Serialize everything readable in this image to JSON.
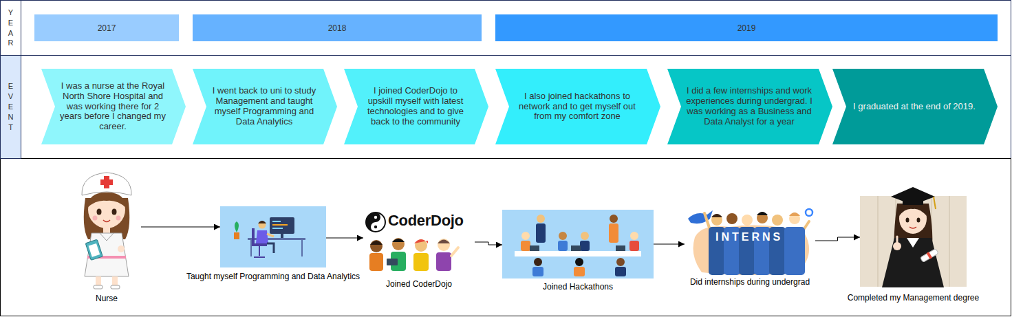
{
  "diagram": {
    "nodes": [
      {
        "text": [
          "YEAR"
        ]
      },
      {
        "text": [
          "2017"
        ]
      },
      {
        "text": [
          "2018"
        ]
      },
      {
        "text": [
          "2019"
        ]
      },
      {
        "text": [
          "EVENT"
        ]
      },
      {
        "text": [
          "I was a nurse at the Royal North Shore Hospital and was working there for 2 years before I changed my career."
        ]
      },
      {
        "text": [
          "I went back to uni to study Management and taught myself Programming and Data Analytics"
        ]
      },
      {
        "text": [
          "I joined CoderDojo to upskill myself with latest technologies and to give back to the community"
        ]
      },
      {
        "text": [
          "I also joined hackathons to network and to get myself out from my comfort zone"
        ]
      },
      {
        "text": [
          "I did a few internships and work experiences during undergrad. I was working as a Business and Data Analyst for a year"
        ]
      },
      {
        "text": [
          "I graduated at the end of 2019."
        ]
      },
      {
        "text": [
          "Nurse"
        ]
      },
      {
        "text": [
          "Taught myself Programming and Data Analytics"
        ]
      },
      {
        "text": [
          "CoderDojo",
          "Joined CoderDojo"
        ]
      },
      {
        "text": [
          "Joined Hackathons"
        ]
      },
      {
        "text": [
          "INTERNS",
          "Did internships during undergrad"
        ]
      },
      {
        "text": [
          "Completed my Management degree"
        ]
      }
    ],
    "edges": [
      {
        "from": 11,
        "to": 12,
        "arrow": "to"
      },
      {
        "from": 12,
        "to": 13,
        "arrow": "to"
      },
      {
        "from": 13,
        "to": 14,
        "arrow": "to"
      },
      {
        "from": 14,
        "to": 15,
        "arrow": "to"
      },
      {
        "from": 15,
        "to": 16,
        "arrow": "to"
      }
    ]
  }
}
